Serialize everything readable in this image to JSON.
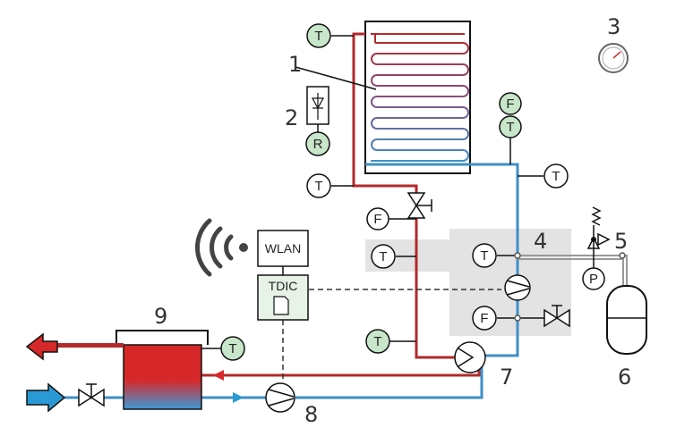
{
  "colors": {
    "hot": "#b22a2a",
    "cold": "#3d8fc7",
    "sensor_fill": "#c8e6c9",
    "gray_zone": "#e3e3e3",
    "arrow_hot": "#d62828",
    "arrow_cold": "#2a9ad6",
    "wifi": "#444444"
  },
  "labels": {
    "n1": "1",
    "n2": "2",
    "n3": "3",
    "n4": "4",
    "n5": "5",
    "n6": "6",
    "n7": "7",
    "n8": "8",
    "n9": "9",
    "wlan": "WLAN",
    "tdic": "TDIC"
  },
  "sensors": {
    "t": "T",
    "f": "F",
    "r": "R",
    "p": "P"
  }
}
